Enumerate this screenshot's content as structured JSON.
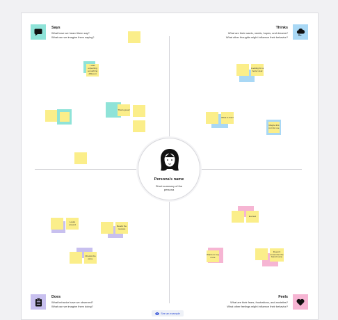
{
  "colors": {
    "sticky_yellow": "#fbee8a",
    "sticky_teal": "#8fe3d8",
    "sticky_blue": "#a9d8f5",
    "sticky_pink": "#f6b5d3",
    "sticky_purple": "#c8c0ef"
  },
  "persona": {
    "name": "Persona's name",
    "subtitle": "Short summary of the persona",
    "icon": "persona-portrait-icon"
  },
  "quadrants": {
    "says": {
      "title": "Says",
      "line1": "What have we heard them say?",
      "line2": "What can we imagine them saying?",
      "icon": "speech-bubble-icon"
    },
    "thinks": {
      "title": "Thinks",
      "line1": "What are their wants, needs, hopes, and dreams?",
      "line2": "What other thoughts might influence their behavior?",
      "icon": "thought-cloud-icon"
    },
    "does": {
      "title": "Does",
      "line1": "What behavior have we observed?",
      "line2": "What can we imagine them doing?",
      "icon": "clipboard-icon"
    },
    "feels": {
      "title": "Feels",
      "line1": "What are their fears, frustrations, and anxieties?",
      "line2": "What other feelings might influence their behavior?",
      "icon": "heart-icon"
    }
  },
  "notes": {
    "n1": "I was expecting something different",
    "n2": "",
    "n3": "That's great!",
    "n4": "Looking for a better deal",
    "n5": "What is this?",
    "n6": "Maybe this isn't for me",
    "n7": "Looks around",
    "n8": "Reads the reviews",
    "n9": "Checks the price",
    "n10": "Excited",
    "n11": "Wants to buy more",
    "n12": "Doesn't remember the brand name"
  },
  "see_example": {
    "label": "See an example",
    "icon": "eye-icon"
  }
}
